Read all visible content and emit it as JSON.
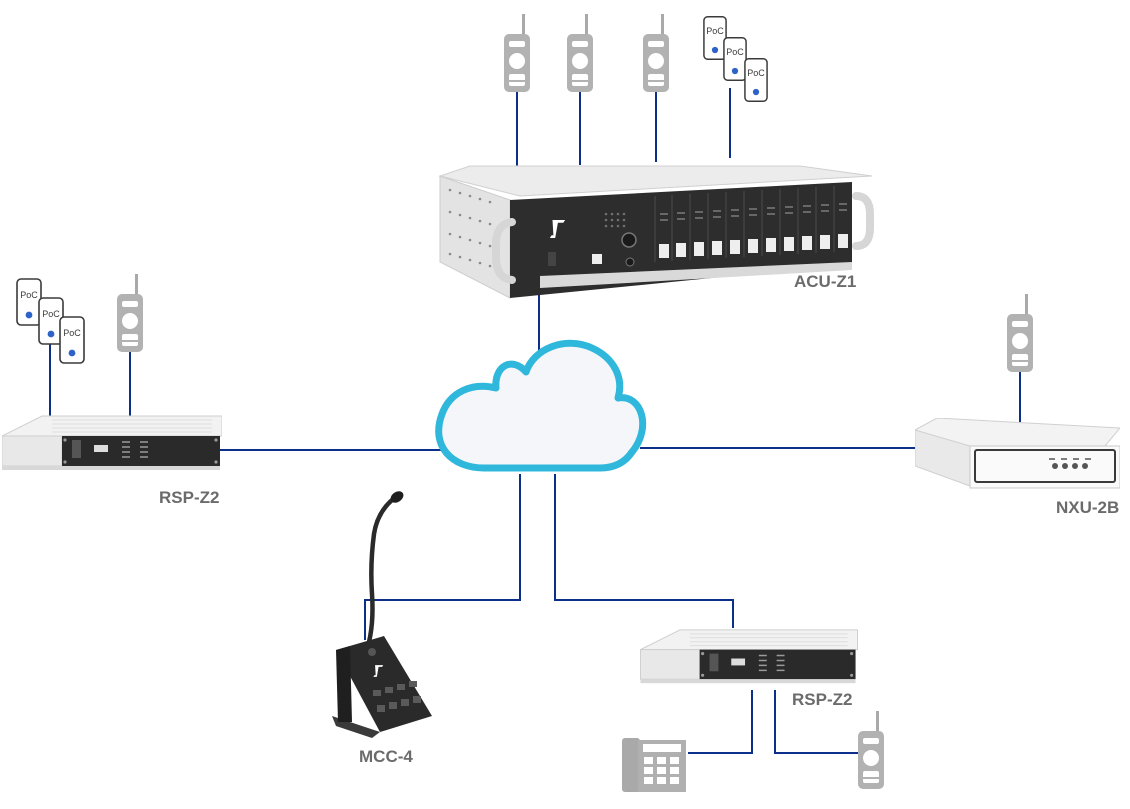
{
  "devices": {
    "acu": {
      "label": "ACU-Z1"
    },
    "rsp_left": {
      "label": "RSP-Z2"
    },
    "rsp_bottom": {
      "label": "RSP-Z2"
    },
    "nxu": {
      "label": "NXU-2B"
    },
    "mcc": {
      "label": "MCC-4"
    }
  },
  "poc_badge": "PoC",
  "colors": {
    "link": "#0d2f8c",
    "cloud_stroke": "#2fb7dc",
    "cloud_fill": "#f4f6f9",
    "device_gray": "#a9a9a9",
    "panel_dark": "#2b2b2b"
  }
}
